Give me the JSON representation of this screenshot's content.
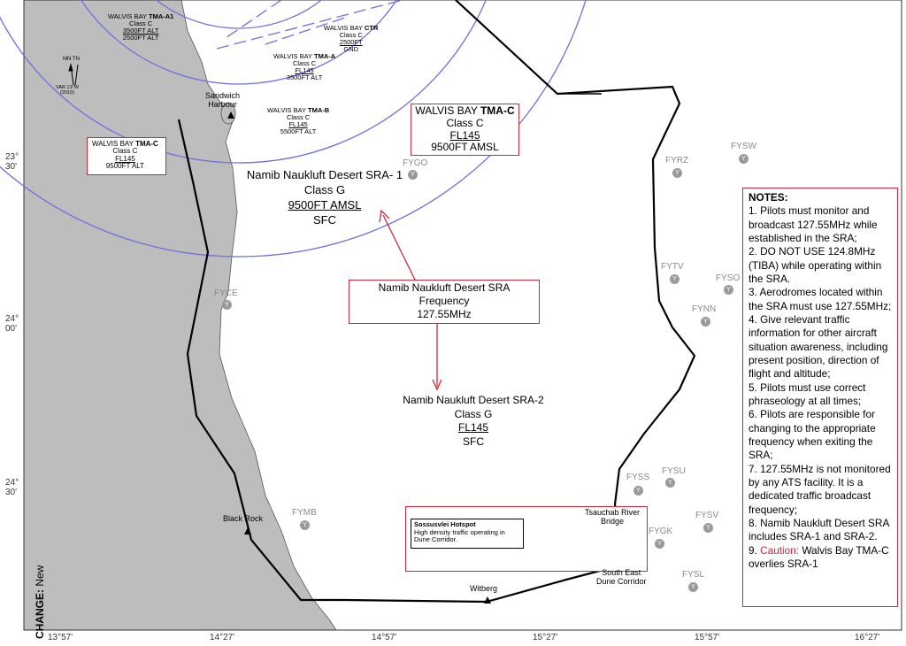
{
  "airspace": {
    "tma_a1": {
      "name": "WALVIS BAY ",
      "bold": "TMA-A1",
      "cls": "Class C",
      "l1": "3500FT ALT",
      "l2": "2500FT ALT"
    },
    "ctr": {
      "name": "WALVIS BAY ",
      "bold": "CTR",
      "cls": "Class C",
      "l1": "2500FT",
      "l2": "GND"
    },
    "tma_a": {
      "name": "WALVIS BAY ",
      "bold": "TMA-A",
      "cls": "Class C",
      "l1": "FL145",
      "l2": "3500FT ALT"
    },
    "tma_b": {
      "name": "WALVIS BAY ",
      "bold": "TMA-B",
      "cls": "Class C",
      "l1": "FL145",
      "l2": "5500FT ALT"
    },
    "tma_c_small": {
      "name": "WALVIS BAY ",
      "bold": "TMA-C",
      "cls": "Class C",
      "l1": "FL145",
      "l2": "9500FT ALT"
    },
    "tma_c_big": {
      "name": "WALVIS BAY ",
      "bold": "TMA-C",
      "cls": "Class C",
      "l1": "FL145",
      "l2": "9500FT AMSL"
    },
    "sra1": {
      "name": "Namib Naukluft Desert SRA- 1",
      "cls": "Class G",
      "l1": "9500FT AMSL",
      "l2": "SFC"
    },
    "sra2": {
      "name": "Namib Naukluft Desert SRA-2",
      "cls": "Class G",
      "l1": "FL145",
      "l2": "SFC"
    },
    "freq": {
      "l1": "Namib Naukluft Desert SRA",
      "l2": "Frequency",
      "l3": "127.55MHz"
    }
  },
  "places": {
    "sandwich": {
      "l1": "Sandwich",
      "l2": "Harbour"
    },
    "black_rock": "Black Rock",
    "witberg": "Witberg",
    "tsauchab": {
      "l1": "Tsauchab River",
      "l2": "Bridge"
    },
    "south_east": {
      "l1": "South East",
      "l2": "Dune Corridor"
    }
  },
  "hotspot": {
    "title": "Sossusvlei Hotspot",
    "l1": "High density traffic operating in",
    "l2": "Dune Corridor."
  },
  "aerodromes": {
    "fygo": "FYGO",
    "fyrz": "FYRZ",
    "fysw": "FYSW",
    "fyce": "FYCE",
    "fytv": "FYTV",
    "fyso": "FYSO",
    "fynn": "FYNN",
    "fyss": "FYSS",
    "fysu": "FYSU",
    "fymb": "FYMB",
    "fysv": "FYSV",
    "fygk": "FYGK",
    "fysl": "FYSL"
  },
  "compass": {
    "mn": "MN",
    "tn": "TN",
    "var1": "VAR 13°W",
    "var2": "(2019)"
  },
  "lat_ticks": [
    {
      "d": "23°",
      "m": "30'"
    },
    {
      "d": "24°",
      "m": "00'"
    },
    {
      "d": "24°",
      "m": "30'"
    }
  ],
  "lon_ticks": [
    "13°57'",
    "14°27'",
    "14°57'",
    "15°27'",
    "15°57'",
    "16°27'"
  ],
  "notes": {
    "title": "NOTES:",
    "n1": "1. Pilots must monitor and broadcast 127.55MHz while established in the SRA;",
    "n2": "2. DO NOT USE 124.8MHz (TIBA) while operating within the SRA.",
    "n3": "3. Aerodromes located within the SRA must use 127.55MHz;",
    "n4": "4. Give relevant traffic information for other aircraft situation awareness, including present position, direction of flight and altitude;",
    "n5": "5. Pilots must use correct phraseology at all times;",
    "n6": "6. Pilots are responsible for changing to the appropriate frequency when exiting the SRA;",
    "n7": "7. 127.55MHz is not monitored by any ATS facility. It is a dedicated traffic broadcast frequency;",
    "n8": "8. Namib Naukluft Desert SRA includes SRA-1 and SRA-2.",
    "n9_num": "9. ",
    "n9_caution": "Caution:",
    "n9_rest": " Walvis Bay TMA-C overlies SRA-1"
  },
  "change": {
    "label": "CHANGE:",
    "value": " New"
  },
  "colors": {
    "sea": "#bdbdbd",
    "circle": "#6f6fe0",
    "boundary": "#000000",
    "box": "#d0283a",
    "aerodrome": "#9a9a9a"
  }
}
